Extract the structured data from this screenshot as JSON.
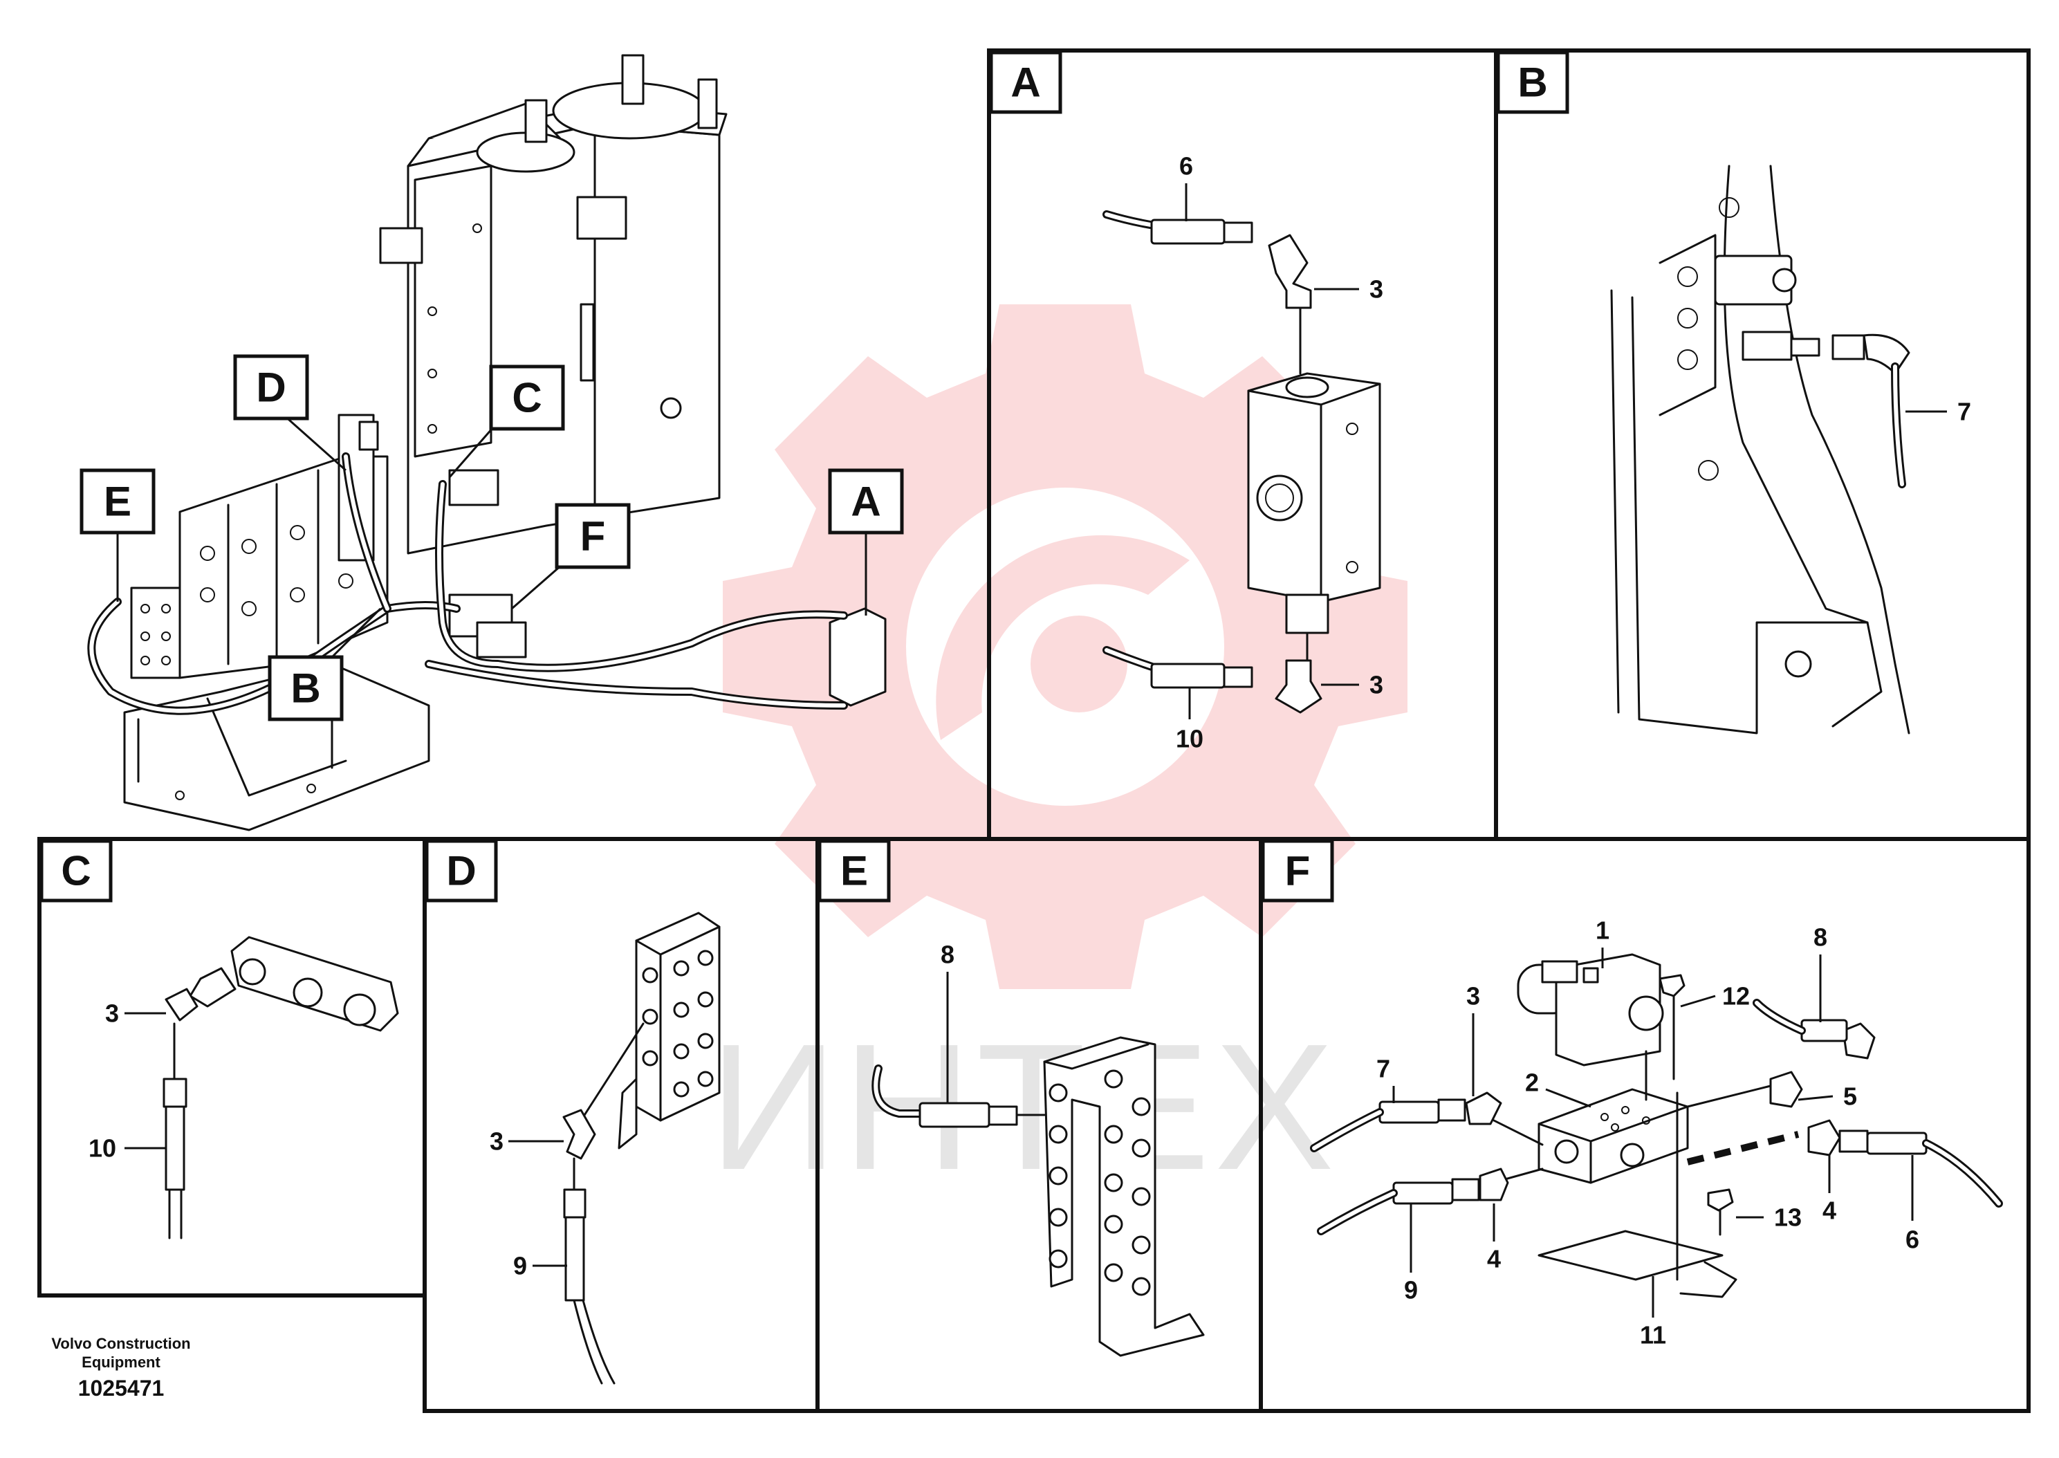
{
  "panels": [
    {
      "id": "A",
      "label": "A"
    },
    {
      "id": "B",
      "label": "B"
    },
    {
      "id": "C",
      "label": "C"
    },
    {
      "id": "D",
      "label": "D"
    },
    {
      "id": "E",
      "label": "E"
    },
    {
      "id": "F",
      "label": "F"
    }
  ],
  "overview_tags": [
    "A",
    "B",
    "C",
    "D",
    "E",
    "F"
  ],
  "callouts": {
    "A": [
      "6",
      "3",
      "3",
      "10"
    ],
    "B": [
      "7"
    ],
    "C": [
      "3",
      "10"
    ],
    "D": [
      "3",
      "9"
    ],
    "E": [
      "8"
    ],
    "F": [
      "1",
      "8",
      "3",
      "12",
      "7",
      "2",
      "5",
      "4",
      "4",
      "6",
      "13",
      "9",
      "11"
    ]
  },
  "footer": {
    "company_line1": "Volvo Construction",
    "company_line2": "Equipment",
    "drawing_number": "1025471"
  },
  "watermark": {
    "text": "ИНТЕХ",
    "color": "#e8262a"
  }
}
